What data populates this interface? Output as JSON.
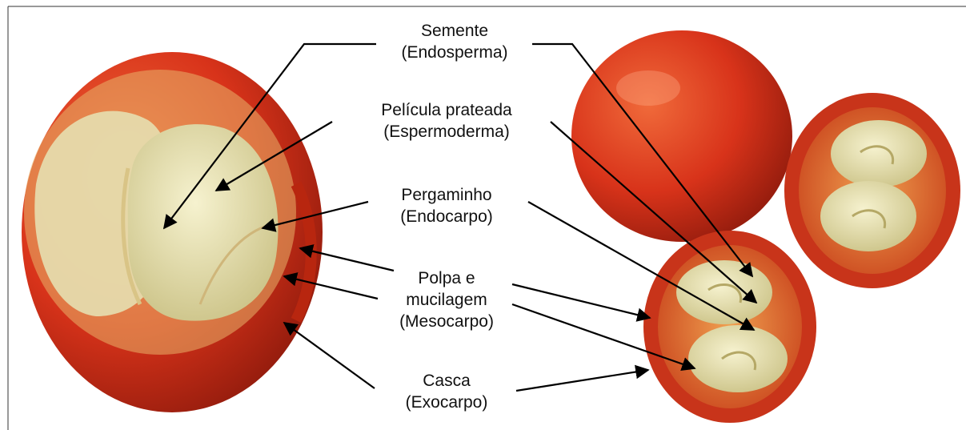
{
  "labels": [
    {
      "id": "semente",
      "line1": "Semente",
      "line2": "(Endosperma)"
    },
    {
      "id": "pelicula",
      "line1": "Película prateada",
      "line2": "(Espermoderma)"
    },
    {
      "id": "pergaminho",
      "line1": "Pergaminho",
      "line2": "(Endocarpo)"
    },
    {
      "id": "polpa",
      "line1": "Polpa e",
      "line2": "mucilagem",
      "line3": "(Mesocarpo)"
    },
    {
      "id": "casca",
      "line1": "Casca",
      "line2": "(Exocarpo)"
    }
  ],
  "colors": {
    "skin": "#d8331a",
    "skin_dark": "#a81d0e",
    "pulp": "#e8863a",
    "seed": "#e9e2a6",
    "parchment": "#d9c486",
    "arrow": "#000000"
  }
}
